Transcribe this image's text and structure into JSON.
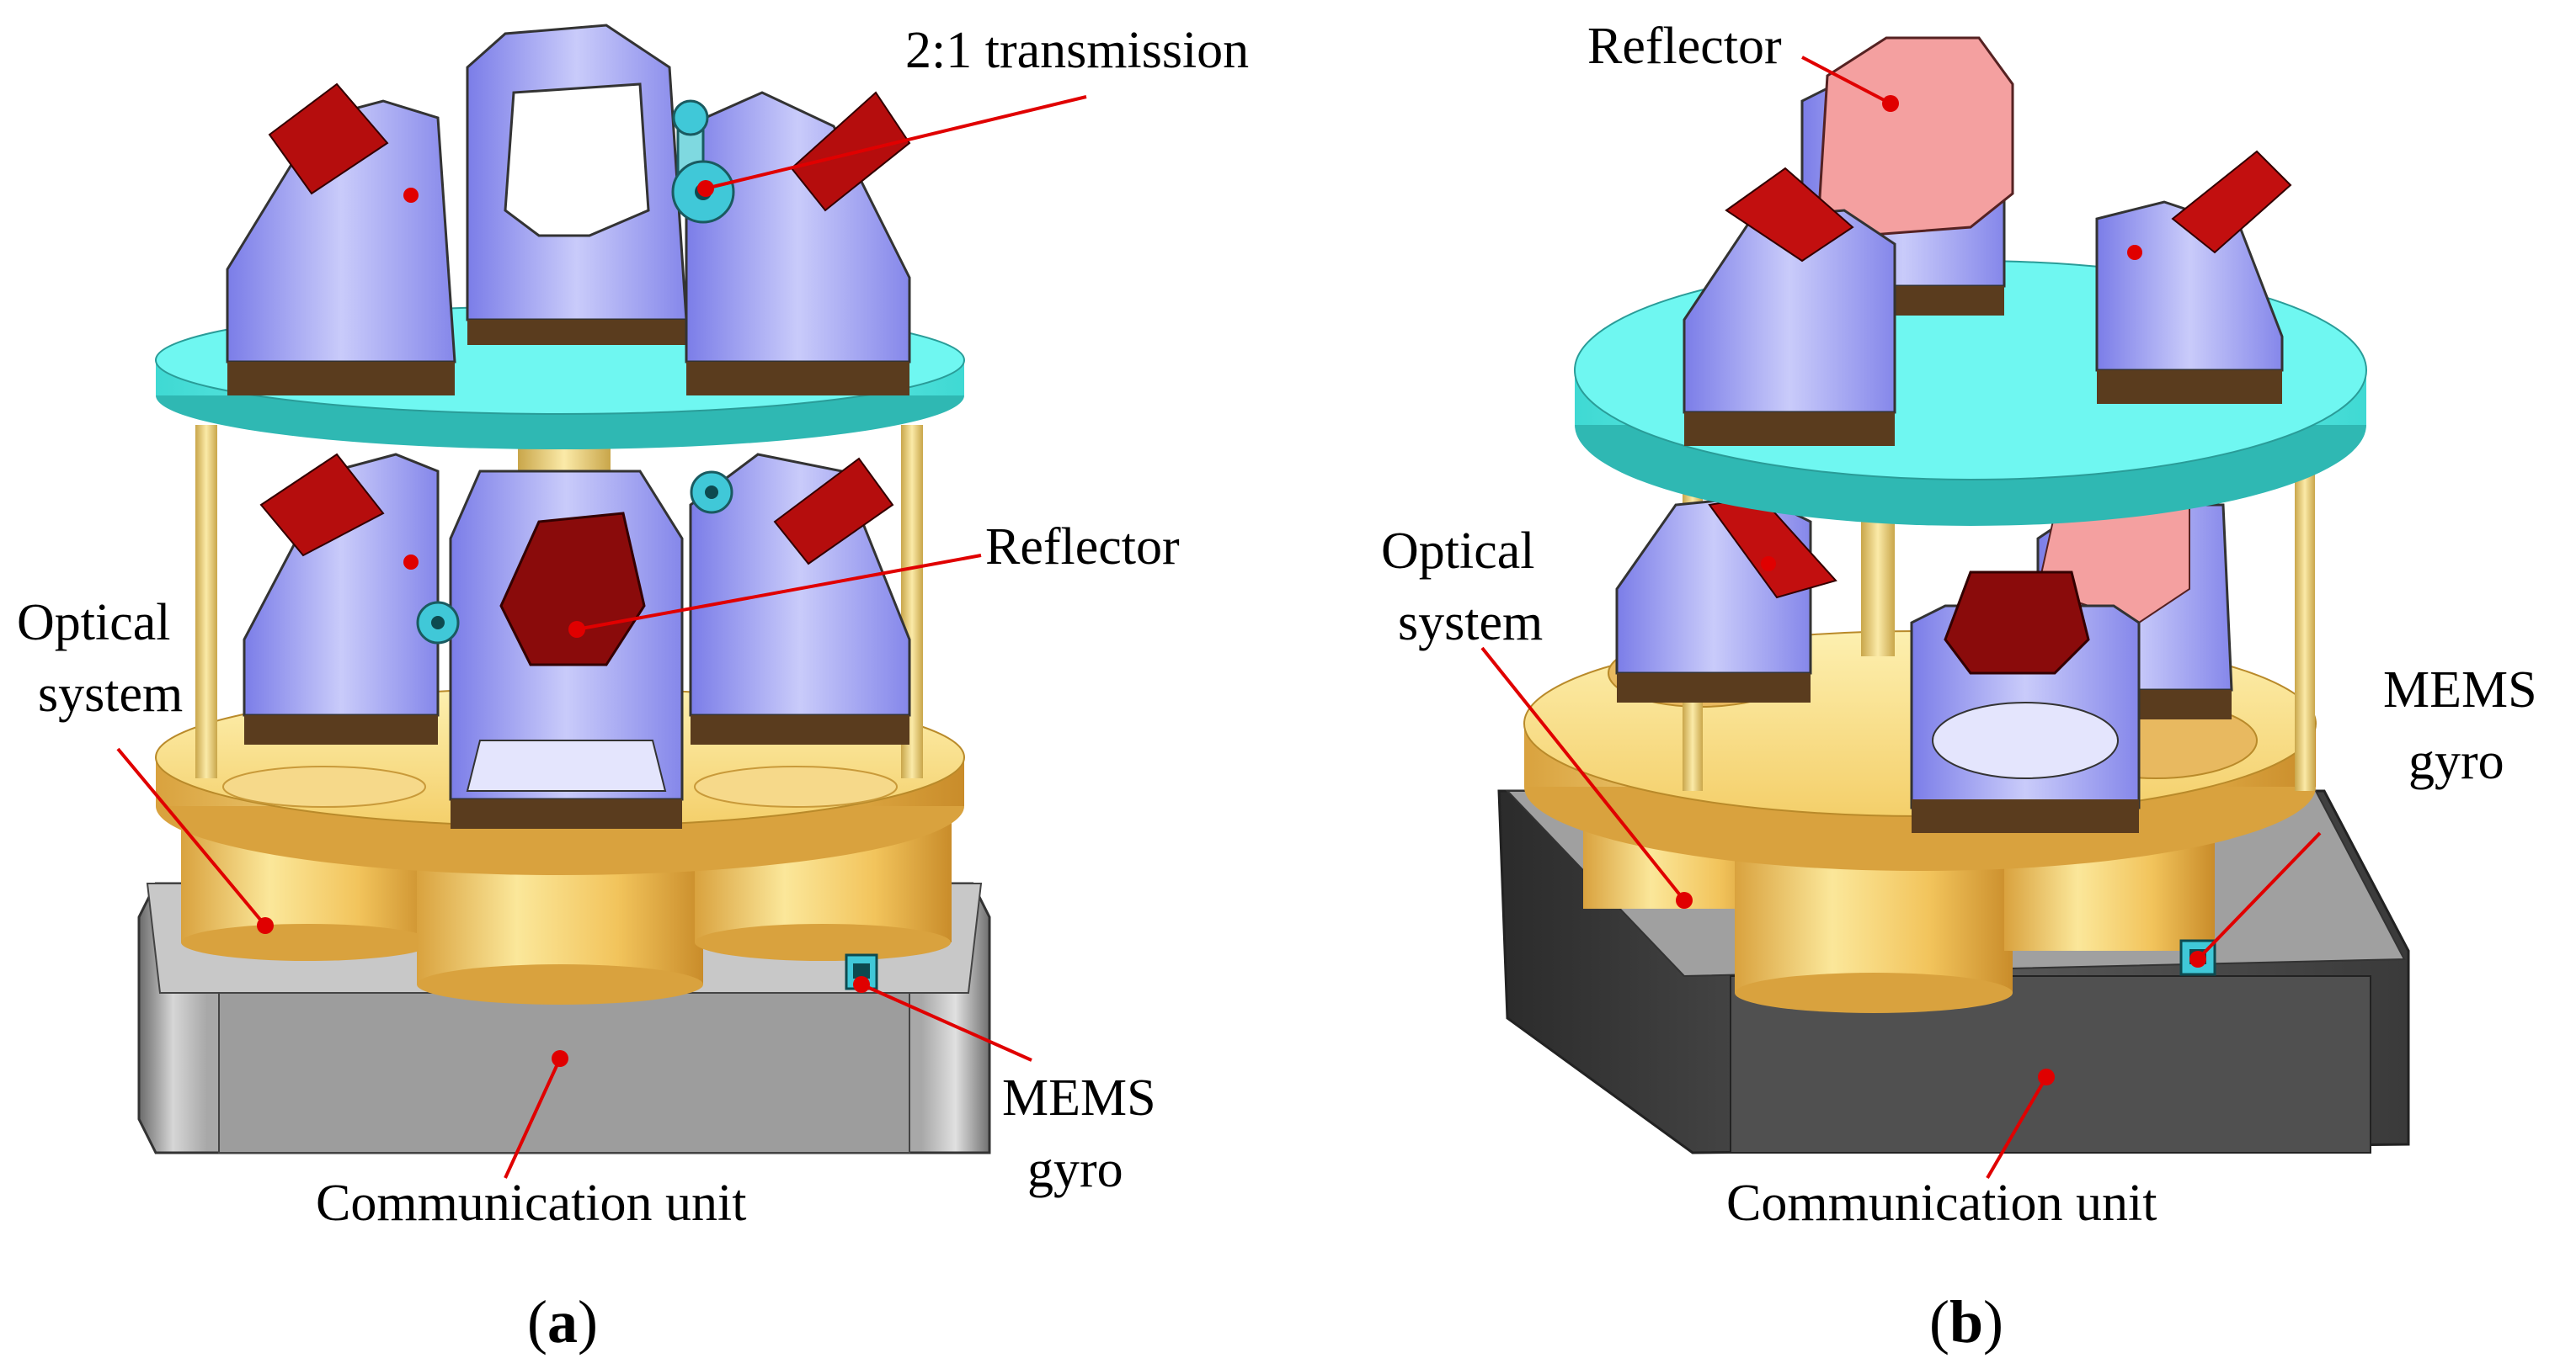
{
  "panels": [
    {
      "id": "a",
      "caption_open": "(",
      "caption_letter": "a",
      "caption_close": ")",
      "labels": {
        "transmission": "2:1 transmission",
        "reflector": "Reflector",
        "optical_line1": "Optical",
        "optical_line2": "system",
        "mems_line1": "MEMS",
        "mems_line2": "gyro",
        "communication": "Communication unit"
      }
    },
    {
      "id": "b",
      "caption_open": "(",
      "caption_letter": "b",
      "caption_close": ")",
      "labels": {
        "reflector": "Reflector",
        "optical_line1": "Optical",
        "optical_line2": "system",
        "mems_line1": "MEMS",
        "mems_line2": "gyro",
        "communication": "Communication unit"
      }
    }
  ],
  "colors": {
    "base_light": "#c4c4c4",
    "base_dark": "#4a4a4a",
    "optics_gold": "#f2c45c",
    "optics_light": "#fbe79a",
    "plate_cyan": "#5ff5f0",
    "mount_lavender": "#9a9cf2",
    "mount_light": "#d6d8fb",
    "reflector_red": "#c20f0f",
    "reflector_pink": "#f4a0a0",
    "ring_brown": "#5a3c1e",
    "gyro_cyan": "#40c8d8",
    "leader_red": "#e00000"
  },
  "icons": {
    "transmission": "pulley-icon",
    "gyro": "chip-icon"
  }
}
